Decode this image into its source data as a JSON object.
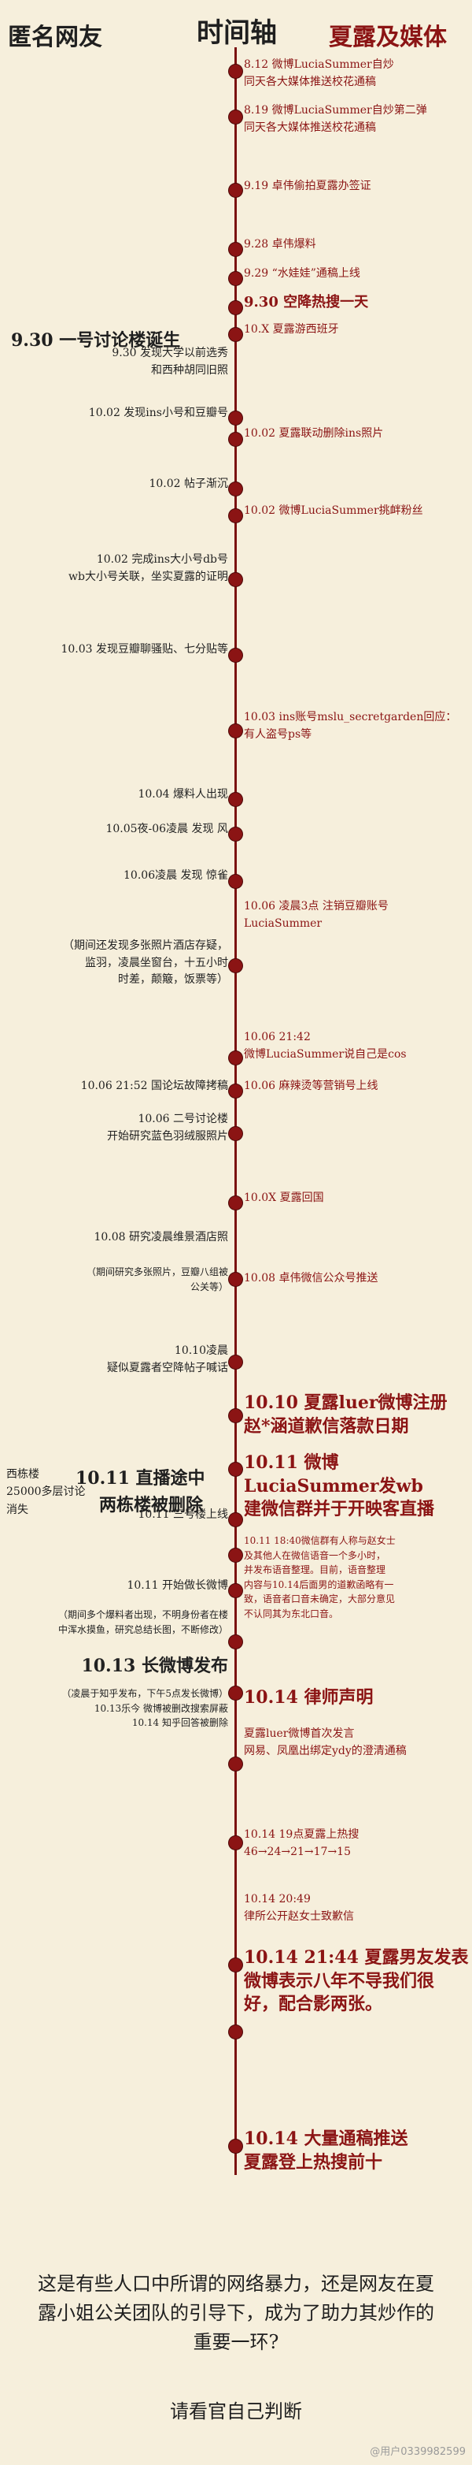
{
  "header": {
    "left": "匿名网友",
    "center": "时间轴",
    "right": "夏露及媒体"
  },
  "events": [
    {
      "side": "R",
      "text": "8.12 微博LuciaSummer自炒\n同天各大媒体推送校花通稿",
      "cls": ""
    },
    {
      "side": "R",
      "text": "8.19 微博LuciaSummer自炒第二弹\n同天各大媒体推送校花通稿",
      "cls": ""
    },
    {
      "side": "R",
      "text": "9.19 卓伟偷拍夏露办签证",
      "cls": ""
    },
    {
      "side": "R",
      "text": "9.28 卓伟爆料",
      "cls": ""
    },
    {
      "side": "R",
      "text": "9.29 “水娃娃”通稿上线",
      "cls": ""
    },
    {
      "side": "R",
      "text": "9.30 空降热搜一天",
      "cls": "mid"
    },
    {
      "side": "R",
      "text": "10.X 夏露游西班牙",
      "cls": ""
    },
    {
      "side": "L",
      "text": "9.30 发现大学以前选秀\n和西种胡同旧照",
      "cls": ""
    },
    {
      "side": "L",
      "text": "10.02 发现ins小号和豆瓣号",
      "cls": ""
    },
    {
      "side": "R",
      "text": "10.02 夏露联动删除ins照片",
      "cls": ""
    },
    {
      "side": "L",
      "text": "10.02 帖子渐沉",
      "cls": ""
    },
    {
      "side": "R",
      "text": "10.02 微博LuciaSummer挑衅粉丝",
      "cls": ""
    },
    {
      "side": "L",
      "text": "10.02 完成ins大小号db号\nwb大小号关联，坐实夏露的证明",
      "cls": ""
    },
    {
      "side": "L",
      "text": "10.03 发现豆瓣聊骚贴、七分贴等",
      "cls": ""
    },
    {
      "side": "R",
      "text": "10.03 ins账号mslu_secretgarden回应：\n有人盗号ps等",
      "cls": ""
    },
    {
      "side": "L",
      "text": "10.04 爆料人出现",
      "cls": ""
    },
    {
      "side": "L",
      "text": "10.05夜-06凌晨 发现 风",
      "cls": ""
    },
    {
      "side": "L",
      "text": "10.06凌晨 发现 惊雀",
      "cls": ""
    },
    {
      "side": "R",
      "text": "10.06 凌晨3点 注销豆瓣账号\nLuciaSummer",
      "cls": ""
    },
    {
      "side": "L",
      "text": "（期间还发现多张照片酒店存疑，\n监羽，凌晨坐窗台，十五小时\n时差，颠簸，饭票等）",
      "cls": ""
    },
    {
      "side": "R",
      "text": "10.06 21:42\n微博LuciaSummer说自己是cos",
      "cls": ""
    },
    {
      "side": "L",
      "text": "10.06 21:52 国论坛故障拷稿",
      "cls": ""
    },
    {
      "side": "R",
      "text": "10.06 麻辣烫等营销号上线",
      "cls": ""
    },
    {
      "side": "L",
      "text": "10.06 二号讨论楼\n开始研究蓝色羽绒服照片",
      "cls": ""
    },
    {
      "side": "R",
      "text": "10.0X 夏露回国",
      "cls": ""
    },
    {
      "side": "L",
      "text": "10.08 研究凌晨维景酒店照",
      "cls": ""
    },
    {
      "side": "L",
      "text": "（期间研究多张照片，豆瓣八组被\n公关等）",
      "cls": "small"
    },
    {
      "side": "R",
      "text": "10.08 卓伟微信公众号推送",
      "cls": ""
    },
    {
      "side": "L",
      "text": "10.10凌晨\n疑似夏露者空降帖子喊话",
      "cls": ""
    },
    {
      "side": "R",
      "text": "10.10 夏露luer微博注册\n赵*涵道歉信落款日期",
      "cls": "big"
    },
    {
      "side": "R",
      "text": "10.11 微博LuciaSummer发wb\n建微信群并于开映客直播",
      "cls": "big"
    },
    {
      "side": "L",
      "text": "10.11 三号楼上线",
      "cls": ""
    },
    {
      "side": "R",
      "text": "10.11 18:40微信群有人称与赵女士\n及其他人在微信语音一个多小时，\n并发布语音整理。目前，语音整理\n内容与10.14后面男的道歉函略有一\n致，语音者口音未确定，大部分意见\n不认同其为东北口音。",
      "cls": "small"
    },
    {
      "side": "L",
      "text": "10.11 开始做长微博",
      "cls": ""
    },
    {
      "side": "L",
      "text": "（期间多个爆料者出现，不明身份者在楼\n中浑水摸鱼，研究总结长图，不断修改）",
      "cls": "small"
    },
    {
      "side": "L",
      "text": "10.13 长微博发布",
      "cls": "big"
    },
    {
      "side": "L",
      "text": "（凌晨于知乎发布，下午5点发长微博）\n10.13乐今 微博被删改搜索屏蔽\n10.14 知乎回答被删除",
      "cls": "small"
    },
    {
      "side": "R",
      "text": "10.14 律师声明",
      "cls": "big"
    },
    {
      "side": "R",
      "text": "夏露luer微博首次发言\n网易、凤凰出绑定ydy的澄清通稿",
      "cls": ""
    },
    {
      "side": "R",
      "text": "10.14 19点夏露上热搜\n46→24→21→17→15",
      "cls": ""
    },
    {
      "side": "R",
      "text": "10.14 20:49\n律所公开赵女士致歉信",
      "cls": ""
    },
    {
      "side": "R",
      "text": "10.14 21:44 夏露男友发表\n微博表示八年不导我们很\n好，配合影两张。",
      "cls": "big"
    },
    {
      "side": "R",
      "text": "10.14 大量通稿推送\n夏露登上热搜前十",
      "cls": "big"
    }
  ],
  "side_labels": {
    "thread1": "9.30 一号讨论楼诞生",
    "midway": "10.11 直播途中",
    "left_note": "西栋楼\n25000多层讨论\n消失",
    "deleted": "两栋楼被删除"
  },
  "footer": {
    "text": "这是有些人口中所谓的网络暴力，还是网友在夏露小姐公关团队的引导下，成为了助力其炒作的重要一环?",
    "judge": "请看官自己判断"
  },
  "watermark": "@用户0339982599"
}
